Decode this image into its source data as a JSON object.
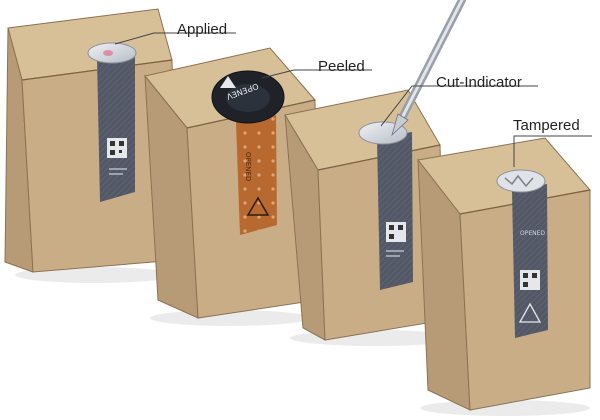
{
  "labels": {
    "applied": "Applied",
    "peeled": "Peeled",
    "cut_indicator": "Cut-Indicator",
    "tampered": "Tampered"
  },
  "tape_text": {
    "opened": "OPENED",
    "opened_inverted": "ɅƎNƎԀO"
  },
  "colors": {
    "cardboard_side": "#b69b76",
    "cardboard_front": "#c9ad86",
    "cardboard_top": "#d7bf98",
    "tape_dark": "#4f5561",
    "tape_light": "#d7dbe1",
    "residue_orange": "#b8692f",
    "leader_line": "#444444"
  }
}
